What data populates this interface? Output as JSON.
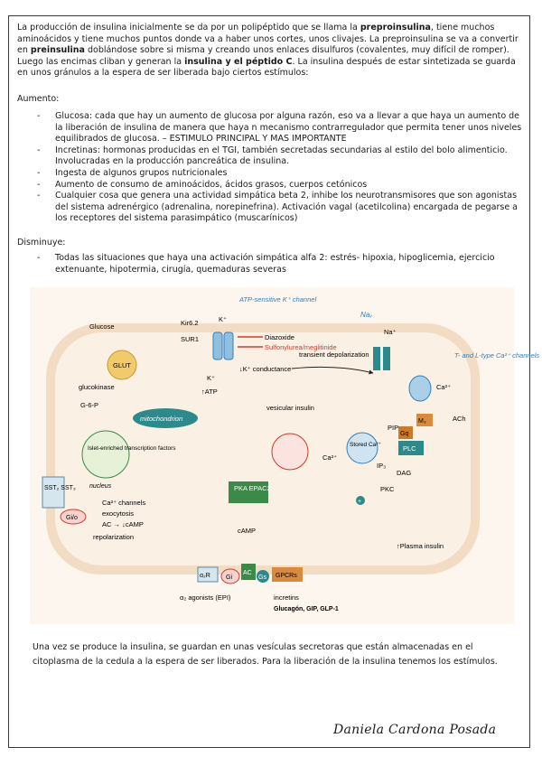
{
  "intro": {
    "p1": "La producción de insulina inicialmente se da por un polipéptido que se llama la ",
    "b1": "preproinsulina",
    "p2": ", tiene muchos aminoácidos y tiene muchos puntos donde va a haber unos cortes, unos clivajes. La preproinsulina se va a convertir en ",
    "b2": "preinsulina",
    "p3": " doblándose sobre si misma y creando unos enlaces disulfuros (covalentes, muy difícil de romper). Luego las encimas cliban y generan la ",
    "b3": "insulina y el péptido C",
    "p4": ". La insulina después de estar sintetizada se guarda en unos gránulos a la espera de ser liberada bajo ciertos estímulos:"
  },
  "aumento": {
    "heading": "Aumento:",
    "items": [
      "Glucosa: cada que hay un aumento de glucosa por alguna razón, eso va a llevar a que haya un aumento de la liberación de insulina de manera que haya n mecanismo contrarregulador que permita tener unos niveles equilibrados de glucosa. – ESTIMULO PRINCIPAL Y MAS IMPORTANTE",
      "Incretinas: hormonas producidas en el TGI, también secretadas secundarias al estilo del bolo alimenticio. Involucradas en la producción pancreática de insulina.",
      "Ingesta de algunos grupos nutricionales",
      "Aumento de consumo de aminoácidos, ácidos grasos, cuerpos cetónicos",
      "Cualquier cosa que genera una actividad simpática beta 2, inhibe los neurotransmisores que son agonistas del sistema adrenérgico (adrenalina, norepinefrina). Activación vagal (acetilcolina) encargada de pegarse a los receptores del sistema parasimpático (muscarínicos)"
    ]
  },
  "disminuye": {
    "heading": "Disminuye:",
    "items": [
      "Todas las situaciones que haya una activación simpática alfa 2: estrés- hipoxia, hipoglicemia, ejercicio extenuante, hipotermia, cirugía, quemaduras severas"
    ]
  },
  "figure": {
    "atp_channel": "ATP-sensitive K⁺ channel",
    "kir": "Kir6.2",
    "sur": "SUR1",
    "kplus": "K⁺",
    "diazoxide": "Diazoxide",
    "sulfonylurea": "Sulfonylurea/meglitinide",
    "k_conductance": "↓K⁺ conductance",
    "transient": "transient depolarization",
    "na_label": "Naᵥ",
    "na_plus": "Na⁺",
    "ttype": "T- and L-type Ca²⁺ channels",
    "ca_in": "Ca²⁺",
    "glucose": "Glucose",
    "glut": "GLUT",
    "glucokinase": "glucokinase",
    "g6p": "G-6-P",
    "mito": "mitochondrion",
    "atp": "↑ATP",
    "k_in": "K⁺",
    "islet": "Islet-enriched transcription factors",
    "nucleus": "nucleus",
    "vesicular": "vesicular insulin",
    "pip2": "PIP₂",
    "stored_ca": "Stored Ca²⁺",
    "m3": "M₃",
    "gq": "Gq",
    "plc": "PLC",
    "ach": "ACh",
    "ip3": "IP₃",
    "dag": "DAG",
    "ca_mid": "Ca²⁺",
    "pkc": "PKC",
    "plus": "+",
    "sst": "SST₂ SST₃",
    "gio": "Gi/o",
    "ca_channels": "Ca²⁺ channels",
    "exocytosis": "exocytosis",
    "ac_camp": "AC → ↓cAMP",
    "repol": "repolarization",
    "pka": "PKA EPAC2",
    "camp": "cAMP",
    "a2r": "α₂R",
    "gi": "Gi",
    "ac": "AC",
    "gs": "Gs",
    "gpcrs": "GPCRs",
    "a2_agonists": "α₂ agonists (EPI)",
    "incretins": "incretins",
    "incretin_list": "Glucagón, GIP, GLP-1",
    "plasma": "↑Plasma insulin"
  },
  "closing": "Una vez se produce la insulina, se guardan en unas vesículas secretoras que están almacenadas en el citoplasma de la cedula a la espera de ser liberados. Para la liberación de la insulina tenemos los estímulos.",
  "signature": "Daniela Cardona Posada",
  "colors": {
    "membrane": "#f3dcc4",
    "cell": "#fbf0e4",
    "red": "#d33a2a",
    "blue": "#2f7fc1",
    "teal": "#2a8a8c",
    "green": "#3b8a48"
  }
}
